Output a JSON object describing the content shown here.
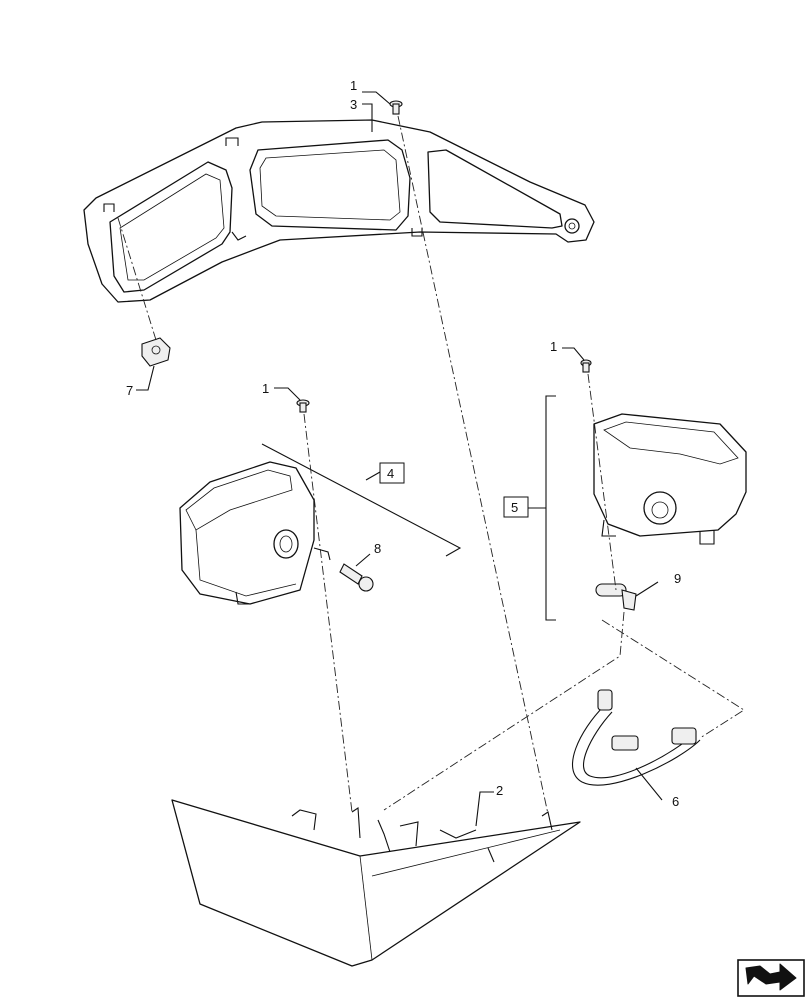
{
  "callouts": {
    "c1a": "1",
    "c3": "3",
    "c1b": "1",
    "c1c": "1",
    "c7": "7",
    "c4": "4",
    "c8": "8",
    "c5": "5",
    "c9": "9",
    "c2": "2",
    "c6": "6"
  },
  "nav_icon": "next-page-arrow-icon"
}
